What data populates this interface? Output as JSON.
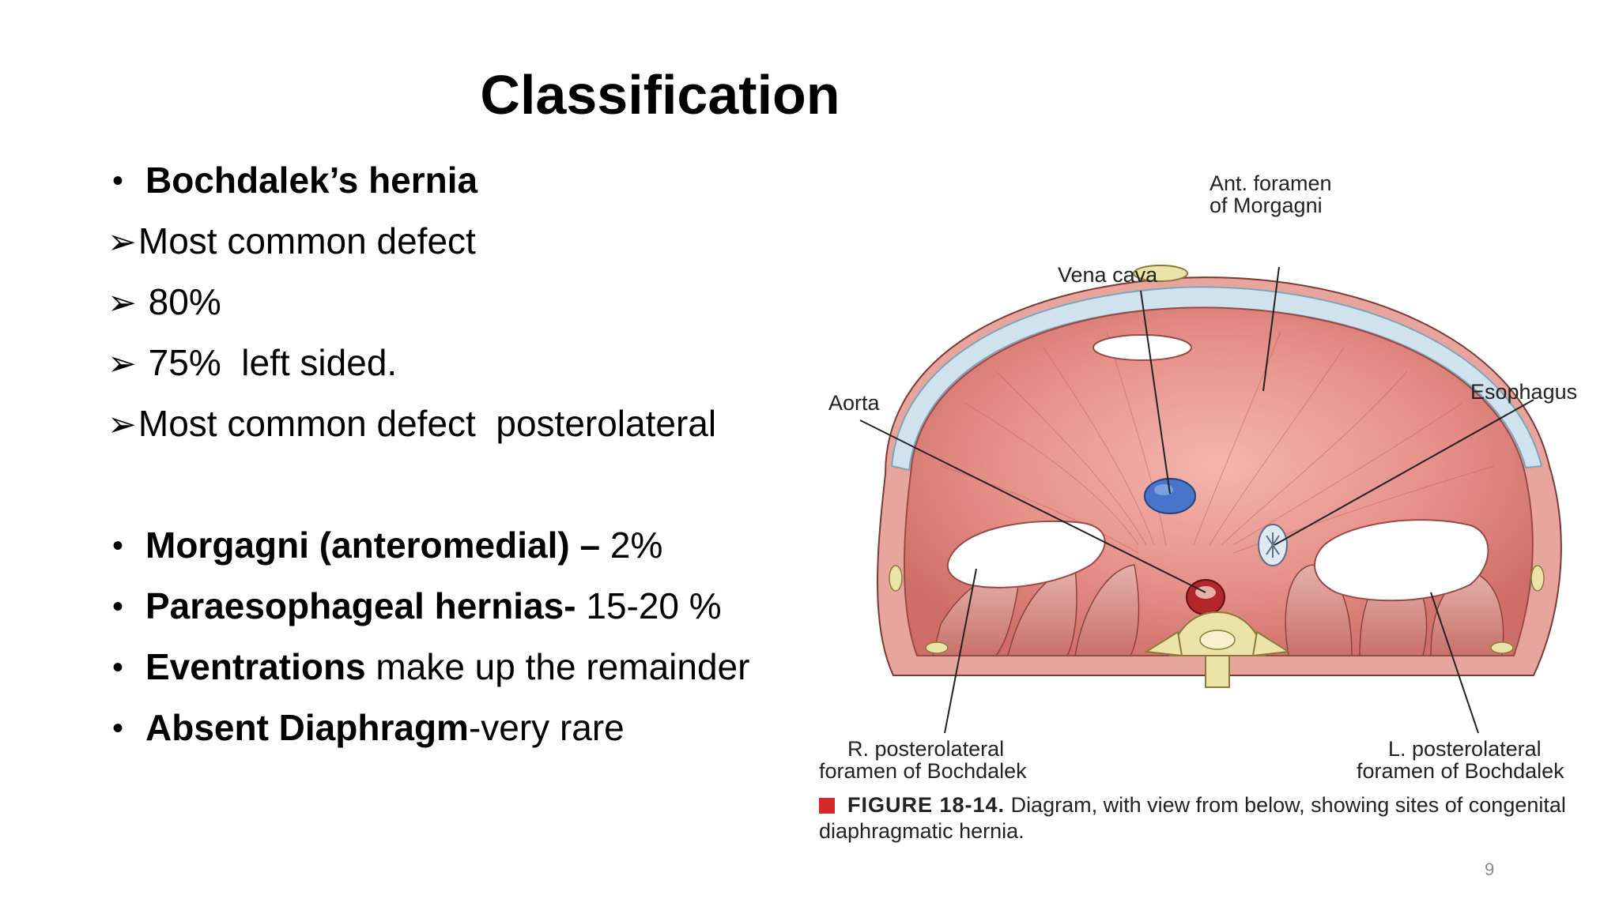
{
  "slide": {
    "title": "Classification",
    "page_number": "9"
  },
  "content": {
    "bochdalek": {
      "heading": "Bochdalek’s hernia",
      "points": [
        "Most common defect",
        " 80%",
        " 75%  left sided.",
        "Most common defect  posterolateral"
      ]
    },
    "others": [
      {
        "bold": "Morgagni (anteromedial) – ",
        "rest": "2%"
      },
      {
        "bold": "Paraesophageal hernias- ",
        "rest": "15-20 %"
      },
      {
        "bold": "Eventrations",
        "rest": " make up the remainder"
      },
      {
        "bold": "Absent Diaphragm",
        "rest": "-very rare"
      }
    ]
  },
  "figure": {
    "labels": {
      "ant_foramen_1": "Ant. foramen",
      "ant_foramen_2": "of Morgagni",
      "vena_cava": "Vena cava",
      "aorta": "Aorta",
      "esophagus": "Esophagus",
      "r_postero_1": "R. posterolateral",
      "r_postero_2": "foramen of Bochdalek",
      "l_postero_1": "L. posterolateral",
      "l_postero_2": "foramen of Bochdalek"
    },
    "caption": {
      "figure_number": "FIGURE 18-14.",
      "text": " Diagram, with view from below, showing sites of congenital diaphragmatic hernia."
    },
    "colors": {
      "muscle": "#e58f88",
      "muscle_dark": "#c7615b",
      "rib_cartilage": "#cfe2ee",
      "vena_cava": "#4a74c9",
      "aorta": "#b3262a",
      "bone": "#ece3a8",
      "caption_square": "#d22a2a"
    }
  }
}
